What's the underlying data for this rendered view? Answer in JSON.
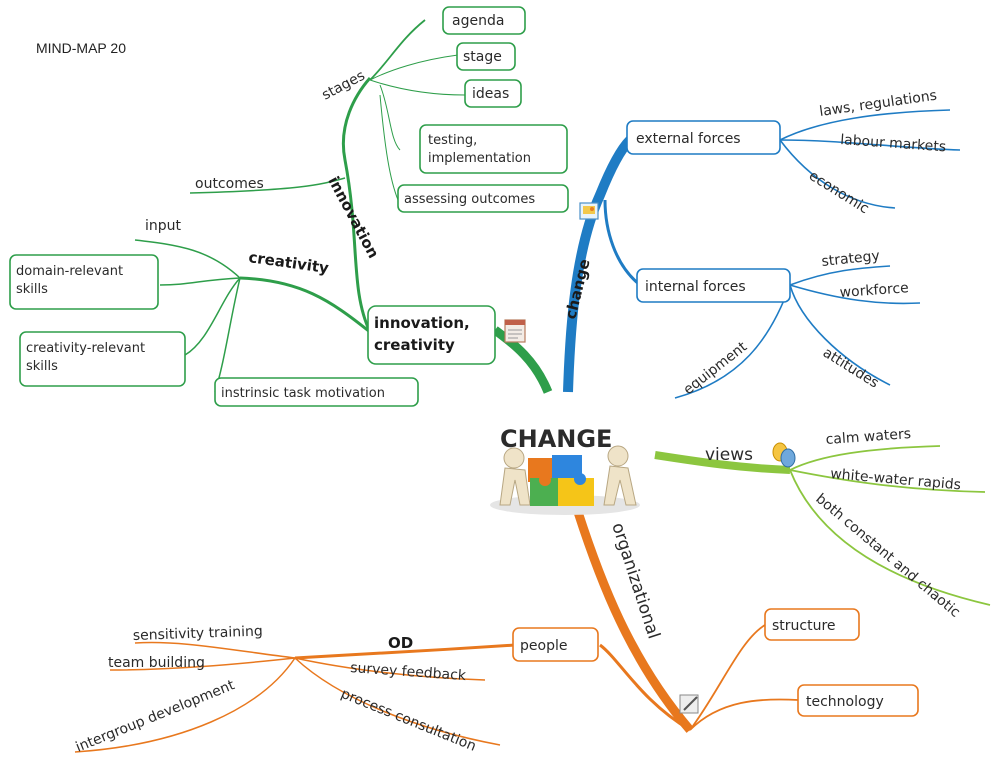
{
  "title": "MIND-MAP 20",
  "center": {
    "label": "CHANGE"
  },
  "colors": {
    "green": "#2e9e4a",
    "blue": "#1f7cc4",
    "lime": "#8cc63f",
    "orange": "#e8781e"
  },
  "innovation_branch": {
    "box": "innovation, creativity",
    "innovation": {
      "label": "innovation",
      "stages": {
        "label": "stages",
        "items": [
          "agenda",
          "stage",
          "ideas",
          "testing, implementation",
          "assessing outcomes"
        ]
      },
      "outcomes": "outcomes"
    },
    "creativity": {
      "label": "creativity",
      "input": "input",
      "items": [
        "domain-relevant skills",
        "creativity-relevant skills",
        "instrinsic task motivation"
      ]
    }
  },
  "change_branch": {
    "label": "change",
    "external": {
      "label": "external forces",
      "items": [
        "laws, regulations",
        "labour markets",
        "economic"
      ]
    },
    "internal": {
      "label": "internal forces",
      "items": [
        "strategy",
        "workforce",
        "attitudes",
        "equipment"
      ]
    }
  },
  "views_branch": {
    "label": "views",
    "items": [
      "calm waters",
      "white-water rapids",
      "both constant and chaotic"
    ]
  },
  "organizational_branch": {
    "label": "organizational",
    "structure": "structure",
    "technology": "technology",
    "people": {
      "label": "people",
      "od": "OD",
      "items": [
        "sensitivity training",
        "team building",
        "survey feedback",
        "process consultation",
        "intergroup development"
      ]
    }
  }
}
